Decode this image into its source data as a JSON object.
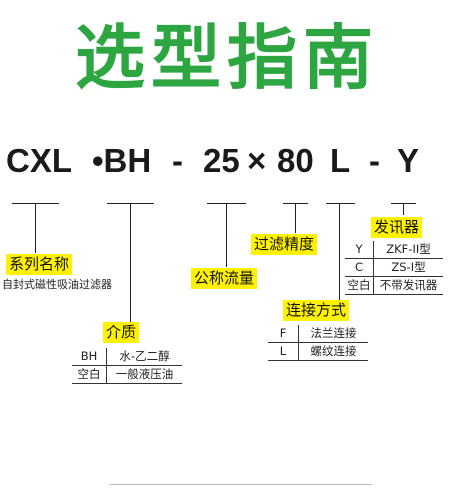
{
  "title": "选型指南",
  "code": {
    "p1": "CXL",
    "p2": "•BH",
    "p3": "-",
    "p4": "25",
    "p5": "×",
    "p6": "80",
    "p7": "L",
    "p8": "-",
    "p9": "Y"
  },
  "labels": {
    "series": "系列名称",
    "series_desc": "自封式磁性吸油过滤器",
    "medium": "介质",
    "flow": "公称流量",
    "precision": "过滤精度",
    "connection": "连接方式",
    "signal": "发讯器"
  },
  "medium_options": [
    {
      "key": "BH",
      "value": "水-乙二醇"
    },
    {
      "key": "空白",
      "value": "一般液压油"
    }
  ],
  "connection_options": [
    {
      "key": "F",
      "value": "法兰连接"
    },
    {
      "key": "L",
      "value": "螺纹连接"
    }
  ],
  "signal_options": [
    {
      "key": "Y",
      "value": "ZKF-II型"
    },
    {
      "key": "C",
      "value": "ZS-I型"
    },
    {
      "key": "空白",
      "value": "不带发讯器"
    }
  ],
  "colors": {
    "title_green": "#2da541",
    "label_yellow": "#fff200"
  }
}
